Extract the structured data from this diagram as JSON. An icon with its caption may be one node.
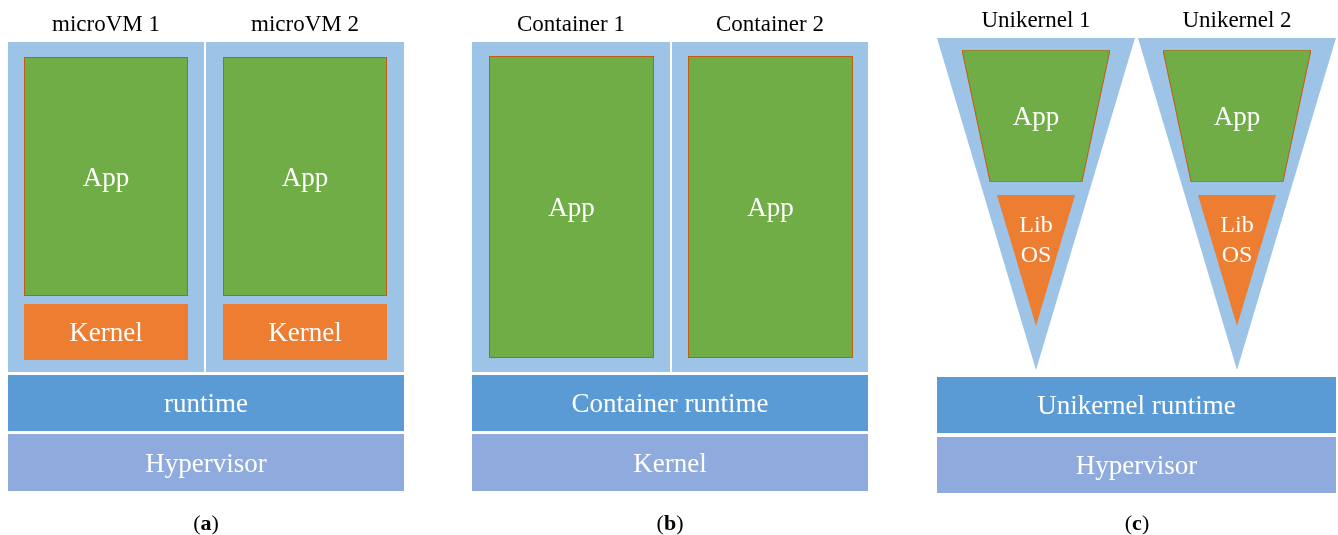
{
  "diagram": {
    "nodes": [
      {
        "text": [
          "microVM 1"
        ]
      },
      {
        "text": [
          "App"
        ],
        "in": 0
      },
      {
        "text": [
          "Kernel"
        ],
        "in": 0
      },
      {
        "text": [
          "microVM 2"
        ]
      },
      {
        "text": [
          "App"
        ],
        "in": 3
      },
      {
        "text": [
          "Kernel"
        ],
        "in": 3
      },
      {
        "text": [
          "runtime"
        ]
      },
      {
        "text": [
          "Hypervisor"
        ]
      },
      {
        "text": [
          "Container 1"
        ]
      },
      {
        "text": [
          "App"
        ],
        "in": 8
      },
      {
        "text": [
          "Container 2"
        ]
      },
      {
        "text": [
          "App"
        ],
        "in": 10
      },
      {
        "text": [
          "Container runtime"
        ]
      },
      {
        "text": [
          "Kernel"
        ]
      },
      {
        "text": [
          "Unikernel 1"
        ]
      },
      {
        "text": [
          "App"
        ],
        "in": 14
      },
      {
        "text": [
          "Lib OS"
        ],
        "in": 14
      },
      {
        "text": [
          "Unikernel 2"
        ]
      },
      {
        "text": [
          "App"
        ],
        "in": 17
      },
      {
        "text": [
          "Lib OS"
        ],
        "in": 17
      },
      {
        "text": [
          "Unikernel runtime"
        ]
      },
      {
        "text": [
          "Hypervisor"
        ]
      }
    ],
    "labels": [
      "(**a**)",
      "(**b**)",
      "(**c**)"
    ]
  }
}
